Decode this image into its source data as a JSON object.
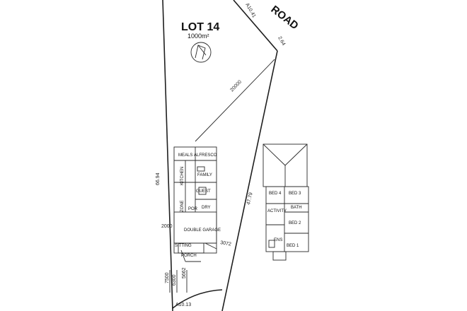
{
  "lot": {
    "title": "LOT 14",
    "area": "1000m²"
  },
  "road": {
    "name": "ROAD"
  },
  "dimensions": {
    "frontage_top": "A10.41",
    "top_right": "2.64",
    "left_boundary": "66.94",
    "right_boundary": "47.79",
    "bottom_frontage": "A10.13",
    "diagonal": "20000",
    "garage_side": "2000",
    "setback_left": "7500",
    "setback_mid": "6300",
    "setback_right": "5662",
    "garage_right": "3072"
  },
  "ground_floor": {
    "rooms": [
      "MEALS",
      "ALFRESCO",
      "FAMILY",
      "KITCHEN",
      "GUEST",
      "POR",
      "DRY",
      "ZONE",
      "DOUBLE GARAGE",
      "SITTING",
      "PORCH"
    ]
  },
  "upper_floor": {
    "rooms": [
      "BED 4",
      "BED 3",
      "BATH",
      "ACTIVITY",
      "BED 2",
      "ENS",
      "BED 1"
    ]
  }
}
